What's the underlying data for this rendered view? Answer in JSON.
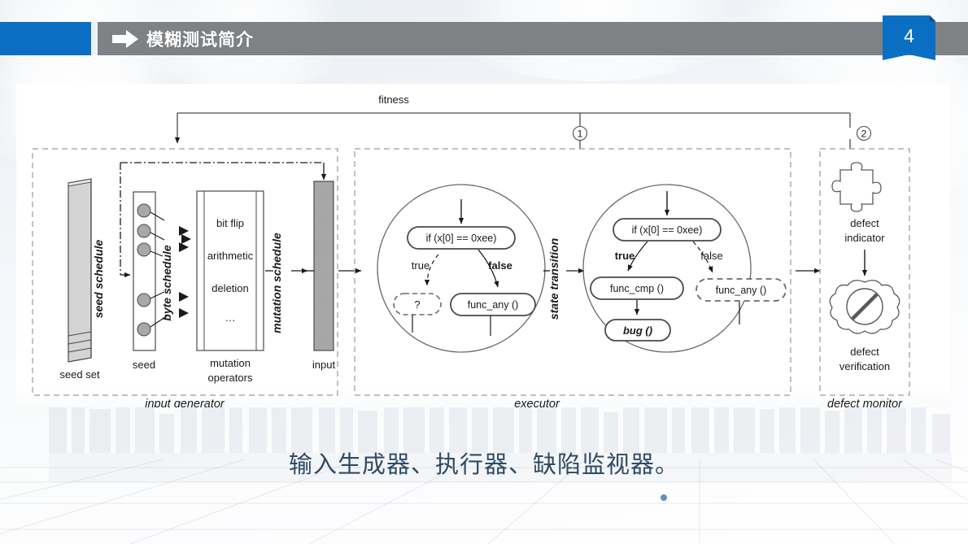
{
  "header": {
    "title": "模糊测试简介",
    "arrow_icon": "right-arrow-icon",
    "page_number": "4",
    "blue": "#0a6fc2",
    "gray": "#7f8285"
  },
  "caption": {
    "text": "输入生成器、执行器、缺陷监视器。",
    "color": "#2f4b63"
  },
  "diagram": {
    "feedback_label": "fitness",
    "markers": [
      "1",
      "2"
    ],
    "stages": [
      {
        "name": "input-generator",
        "label": "input generator"
      },
      {
        "name": "executor",
        "label": "executor"
      },
      {
        "name": "defect-monitor",
        "label": "defect monitor"
      }
    ],
    "input_generator": {
      "seed_set_label": "seed set",
      "seed_label": "seed",
      "seed_schedule_label": "seed schedule",
      "byte_schedule_label": "byte schedule",
      "mutation_schedule_label": "mutation schedule",
      "mutation_operators_label_1": "mutation",
      "mutation_operators_label_2": "operators",
      "operators": [
        "bit flip",
        "arithmetic",
        "deletion",
        "…"
      ],
      "input_label": "input"
    },
    "executor": {
      "state_transition_label": "state transition",
      "state1": {
        "condition": "if (x[0] == 0xee)",
        "true_label": "true",
        "false_label": "false",
        "true_target": "?",
        "false_target": "func_any ()"
      },
      "state2": {
        "condition": "if (x[0] == 0xee)",
        "true_label": "true",
        "false_label": "false",
        "true_target": "func_cmp ()",
        "bug_target": "bug ()",
        "false_target": "func_any ()"
      }
    },
    "defect_monitor": {
      "indicator_label_1": "defect",
      "indicator_label_2": "indicator",
      "indicator_icon": "puzzle-piece-icon",
      "verification_label_1": "defect",
      "verification_label_2": "verification",
      "verification_icon": "no-entry-cloud-icon"
    }
  }
}
